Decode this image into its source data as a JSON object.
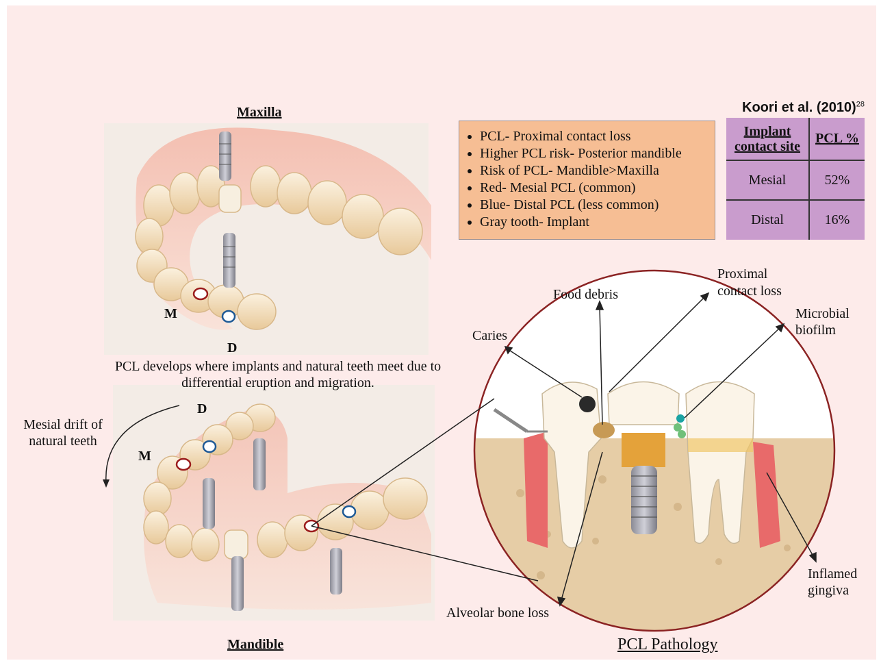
{
  "maxilla_title": "Maxilla",
  "mandible_title": "Mandible",
  "pathology_title": "PCL Pathology",
  "upper_labels": {
    "m": "M",
    "d": "D"
  },
  "lower_labels": {
    "m": "M",
    "d": "D"
  },
  "caption_line1": "PCL develops where implants and natural teeth meet due to",
  "caption_line2": "differential eruption and migration.",
  "drift_line1": "Mesial drift of",
  "drift_line2": "natural teeth",
  "bullets": [
    "PCL- Proximal contact loss",
    "Higher PCL risk- Posterior mandible",
    "Risk of PCL- Mandible>Maxilla",
    "Red- Mesial PCL (common)",
    "Blue- Distal PCL (less common)",
    "Gray tooth- Implant"
  ],
  "table": {
    "title": "Koori et al. (2010)",
    "ref": "28",
    "headers": [
      "Implant contact site",
      "PCL %"
    ],
    "rows": [
      {
        "site": "Mesial",
        "pct": "52%"
      },
      {
        "site": "Distal",
        "pct": "16%"
      }
    ]
  },
  "callouts": {
    "caries": "Caries",
    "food_debris": "Food debris",
    "proximal_1": "Proximal",
    "proximal_2": "contact loss",
    "microbial_1": "Microbial",
    "microbial_2": "biofilm",
    "alveolar": "Alveolar bone loss",
    "inflamed_1": "Inflamed",
    "inflamed_2": "gingiva"
  },
  "colors": {
    "mesial_marker": "#9b1c1c",
    "distal_marker": "#1f5a96",
    "circle_border": "#8b2323",
    "bullet_box": "#f6be94",
    "table_fill": "#c99ccd"
  }
}
